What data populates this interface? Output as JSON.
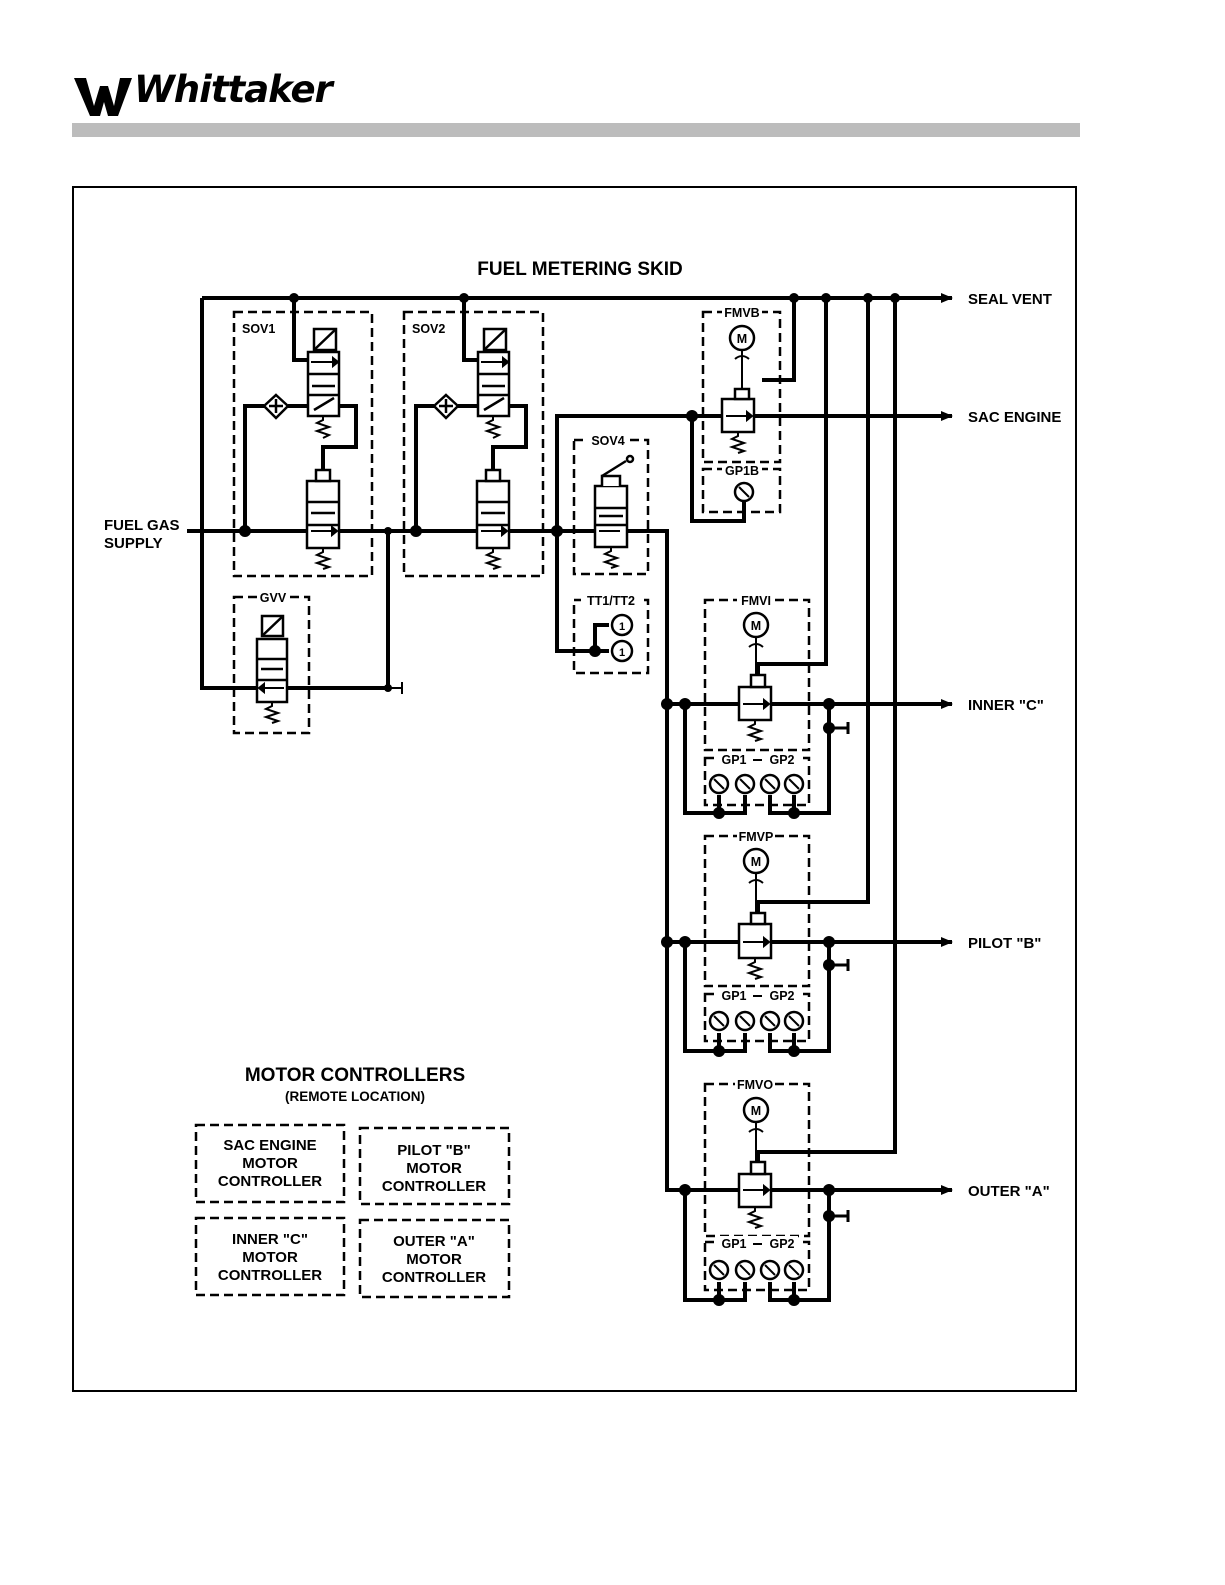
{
  "header": {
    "brand": "Whittaker",
    "logo_icon": "whittaker-logo-icon",
    "rule_color": "#bcbcbc"
  },
  "diagram": {
    "title": "FUEL METERING SKID",
    "inlet": {
      "line1": "FUEL GAS",
      "line2": "SUPPLY"
    },
    "outputs": {
      "seal_vent": "SEAL VENT",
      "sac_engine": "SAC ENGINE",
      "inner_c": "INNER \"C\"",
      "pilot_b": "PILOT \"B\"",
      "outer_a": "OUTER \"A\""
    },
    "components": {
      "sov1": "SOV1",
      "sov2": "SOV2",
      "sov4": "SOV4",
      "gvv": "GVV",
      "tt": "TT1/TT2",
      "fmvb": "FMVB",
      "gp1b": "GP1B",
      "fmvi": "FMVI",
      "fmvp": "FMVP",
      "fmvo": "FMVO",
      "gp1": "GP1",
      "gp2": "GP2",
      "motor_symbol": "M",
      "temp_symbol": "1"
    },
    "motor_controllers": {
      "title": "MOTOR CONTROLLERS",
      "subtitle": "(REMOTE LOCATION)",
      "boxes": [
        {
          "line1": "SAC ENGINE",
          "line2": "MOTOR",
          "line3": "CONTROLLER"
        },
        {
          "line1": "PILOT \"B\"",
          "line2": "MOTOR",
          "line3": "CONTROLLER"
        },
        {
          "line1": "INNER \"C\"",
          "line2": "MOTOR",
          "line3": "CONTROLLER"
        },
        {
          "line1": "OUTER \"A\"",
          "line2": "MOTOR",
          "line3": "CONTROLLER"
        }
      ]
    }
  }
}
